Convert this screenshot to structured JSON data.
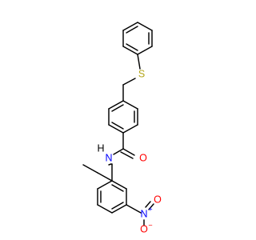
{
  "diagram": {
    "type": "structural-formula",
    "atom_labels": {
      "sulfur": "S",
      "amide_oxygen": "O",
      "amide_nitrogen": "N",
      "amide_hydrogen": "H",
      "nitro_nitrogen": "N",
      "nitro_plus": "+",
      "nitro_oxygen_top": "O",
      "nitro_oxygen_bottom": "O",
      "nitro_minus": "−"
    },
    "colors": {
      "bond": "#000000",
      "sulfur": "#b3a51a",
      "oxygen": "#ff0000",
      "nitrogen": "#0000ff",
      "carbon_text": "#000000"
    }
  }
}
